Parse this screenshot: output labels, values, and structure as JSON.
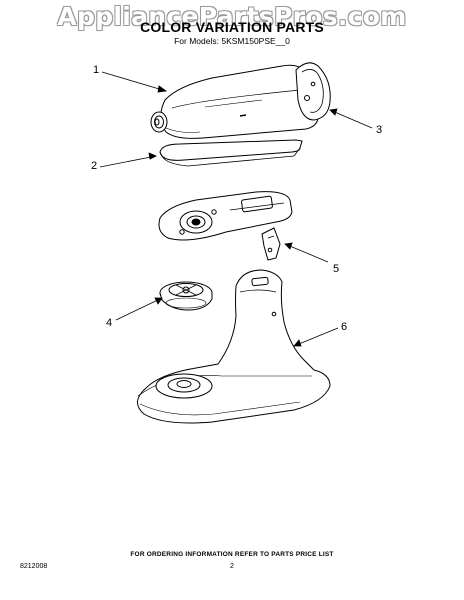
{
  "watermark": "AppliancePartsPros.com",
  "header": {
    "title": "COLOR VARIATION PARTS",
    "subtitle": "For Models: 5KSM150PSE__0"
  },
  "callouts": [
    "1",
    "2",
    "3",
    "4",
    "5",
    "6"
  ],
  "footer": {
    "ordering_note": "FOR ORDERING INFORMATION REFER TO PARTS PRICE LIST",
    "doc_code": "8212008",
    "page_number": "2"
  }
}
